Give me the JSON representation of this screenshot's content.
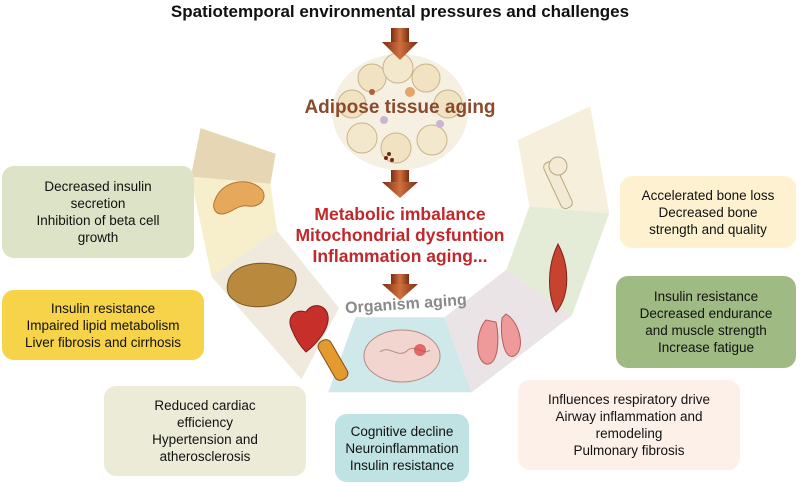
{
  "title": "Spatiotemporal environmental pressures and challenges",
  "adipose_label": [
    "Adipose tissue",
    "aging"
  ],
  "center_lines": [
    "Metabolic imbalance",
    "Mitochondrial dysfuntion",
    "Inflammation aging..."
  ],
  "organism_label": "Organism aging",
  "boxes": {
    "pancreas": {
      "lines": [
        "Decreased insulin",
        "secretion",
        "Inhibition of beta cell",
        "growth"
      ],
      "color": "#dde3c6"
    },
    "liver": {
      "lines": [
        "Insulin resistance",
        "Impaired lipid metabolism",
        "Liver fibrosis and cirrhosis"
      ],
      "color": "#f6d349"
    },
    "heart": {
      "lines": [
        "Reduced cardiac",
        "efficiency",
        "Hypertension and",
        "atherosclerosis"
      ],
      "color": "#ecebd7"
    },
    "brain": {
      "lines": [
        "Cognitive decline",
        "Neuroinflammation",
        "Insulin resistance"
      ],
      "color": "#bfe2e2"
    },
    "lung": {
      "lines": [
        "Influences respiratory drive",
        "Airway inflammation and",
        "remodeling",
        "Pulmonary fibrosis"
      ],
      "color": "#fdf0e9"
    },
    "muscle": {
      "lines": [
        "Insulin resistance",
        "Decreased endurance",
        "and muscle strength",
        "Increase fatigue"
      ],
      "color": "#9fbb83"
    },
    "bone": {
      "lines": [
        "Accelerated bone loss",
        "Decreased bone",
        "strength and quality"
      ],
      "color": "#fdf1cf"
    }
  },
  "colors": {
    "arrow": "#a0401e",
    "center_text": "#c0282b",
    "adipose_text": "#8b4a2c"
  }
}
